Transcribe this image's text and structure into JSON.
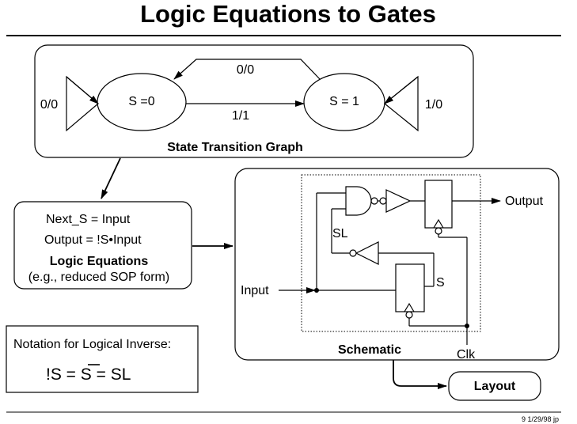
{
  "title": "Logic Equations to Gates",
  "stg": {
    "caption": "State Transition Graph",
    "state0": "S =0",
    "state1": "S = 1",
    "self_loop_left": "0/0",
    "self_loop_right": "1/0",
    "edge_top": "0/0",
    "edge_bottom": "1/1"
  },
  "equations": {
    "eq1": "Next_S =  Input",
    "eq2": "Output = !S•Input",
    "caption": "Logic Equations",
    "subcaption": "(e.g., reduced SOP form)"
  },
  "notation": {
    "heading": "Notation for Logical Inverse:",
    "expr_prefix": "!S = ",
    "expr_s": "S",
    "expr_suffix": " = SL"
  },
  "schematic": {
    "caption": "Schematic",
    "input_label": "Input",
    "output_label": "Output",
    "sl_label": "SL",
    "s_label": "S",
    "clk_label": "Clk"
  },
  "layout_box": {
    "label": "Layout"
  },
  "footer": {
    "stamp": "9  1/29/98  jp"
  }
}
